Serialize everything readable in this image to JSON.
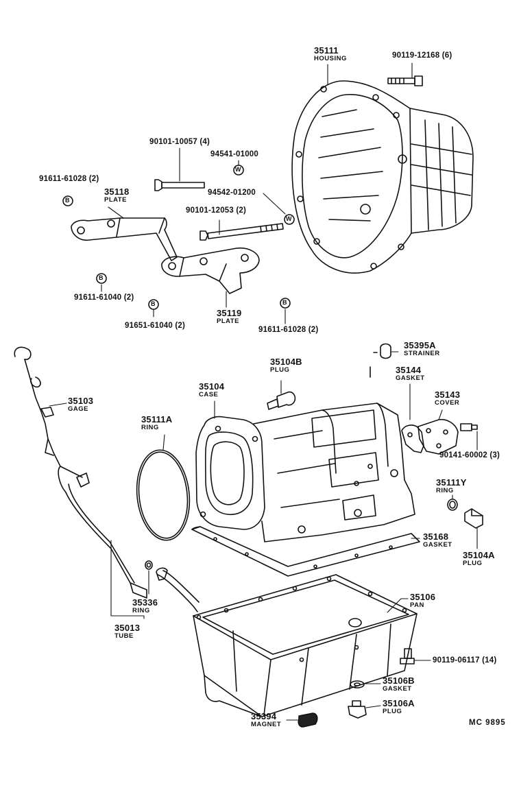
{
  "parts": {
    "housing": {
      "number": "35111",
      "name": "HOUSING"
    },
    "bolt_housing": {
      "number": "90119-12168 (6)"
    },
    "bolt_10057": {
      "number": "90101-10057 (4)"
    },
    "washer_01000": {
      "number": "94541-01000"
    },
    "washer_01200": {
      "number": "94542-01200"
    },
    "nut_61028_a": {
      "number": "91611-61028 (2)"
    },
    "plate_35118": {
      "number": "35118",
      "name": "PLATE"
    },
    "bolt_12053": {
      "number": "90101-12053 (2)"
    },
    "nut_61040": {
      "number": "91611-61040 (2)"
    },
    "plate_35119": {
      "number": "35119",
      "name": "PLATE"
    },
    "nut_91651": {
      "number": "91651-61040 (2)"
    },
    "nut_61028_b": {
      "number": "91611-61028 (2)"
    },
    "strainer": {
      "number": "35395A",
      "name": "STRAINER"
    },
    "plug_b": {
      "number": "35104B",
      "name": "PLUG"
    },
    "gasket_35144": {
      "number": "35144",
      "name": "GASKET"
    },
    "case": {
      "number": "35104",
      "name": "CASE"
    },
    "cover": {
      "number": "35143",
      "name": "COVER"
    },
    "gage": {
      "number": "35103",
      "name": "GAGE"
    },
    "ring_35111a": {
      "number": "35111A",
      "name": "RING"
    },
    "bolt_60002": {
      "number": "90141-60002 (3)"
    },
    "ring_35111y": {
      "number": "35111Y",
      "name": "RING"
    },
    "gasket_35168": {
      "number": "35168",
      "name": "GASKET"
    },
    "plug_a": {
      "number": "35104A",
      "name": "PLUG"
    },
    "pan": {
      "number": "35106",
      "name": "PAN"
    },
    "ring_35336": {
      "number": "35336",
      "name": "RING"
    },
    "tube": {
      "number": "35013",
      "name": "TUBE"
    },
    "bolt_06117": {
      "number": "90119-06117 (14)"
    },
    "gasket_35106b": {
      "number": "35106B",
      "name": "GASKET"
    },
    "magnet": {
      "number": "35394",
      "name": "MAGNET"
    },
    "plug_35106a": {
      "number": "35106A",
      "name": "PLUG"
    }
  },
  "symbols": {
    "nut": "B",
    "washer": "W"
  },
  "figure_code": "MC  9895"
}
